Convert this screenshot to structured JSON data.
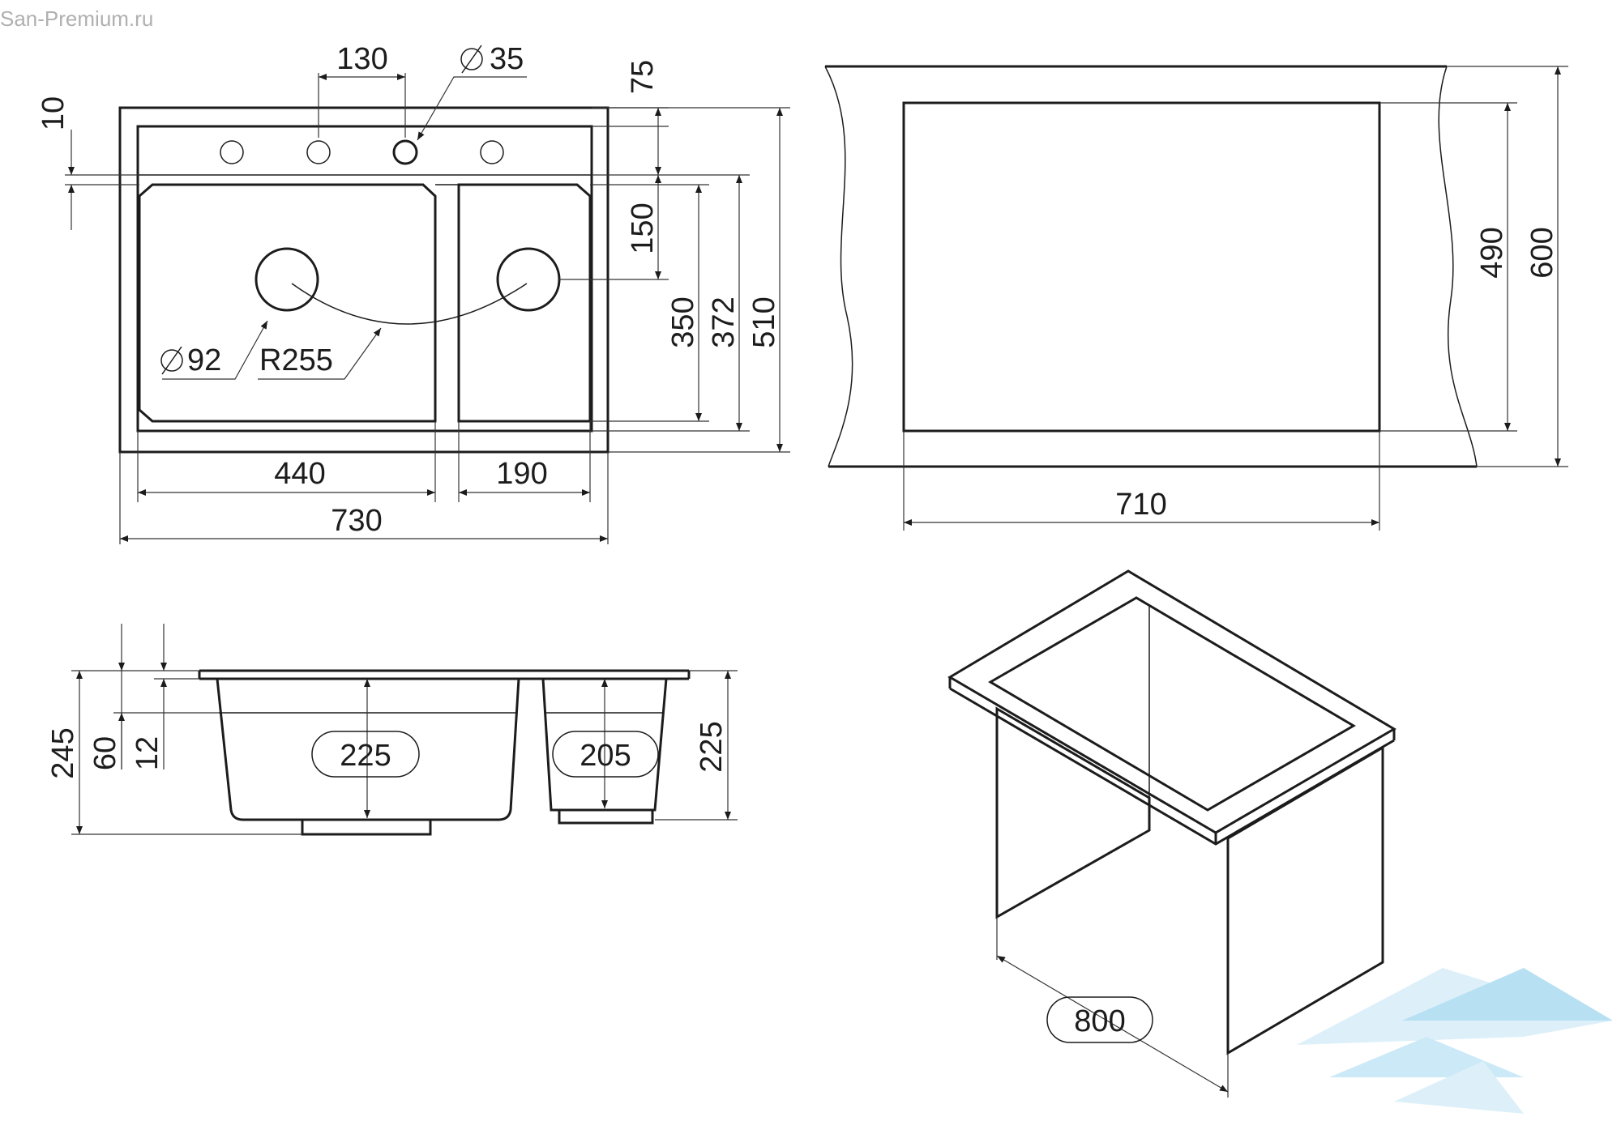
{
  "watermark": "San-Premium.ru",
  "top_view": {
    "dims": {
      "d130": "130",
      "d35": "35",
      "d75": "75",
      "d10": "10",
      "d150": "150",
      "d350": "350",
      "d372": "372",
      "d510": "510",
      "d92": "92",
      "r255": "R255",
      "d440": "440",
      "d190": "190",
      "d730": "730"
    }
  },
  "cutout_view": {
    "dims": {
      "d710": "710",
      "d490": "490",
      "d600": "600"
    }
  },
  "section_view": {
    "dims": {
      "d245": "245",
      "d60": "60",
      "d12": "12",
      "d225a": "225",
      "d205": "205",
      "d225b": "225"
    }
  },
  "cabinet_view": {
    "dims": {
      "d800": "800"
    }
  },
  "colors": {
    "line": "#1c1c1c",
    "logo": "#9ad4ee"
  },
  "icons": {
    "diameter": "diameter-icon",
    "logo": "logo-icon"
  }
}
